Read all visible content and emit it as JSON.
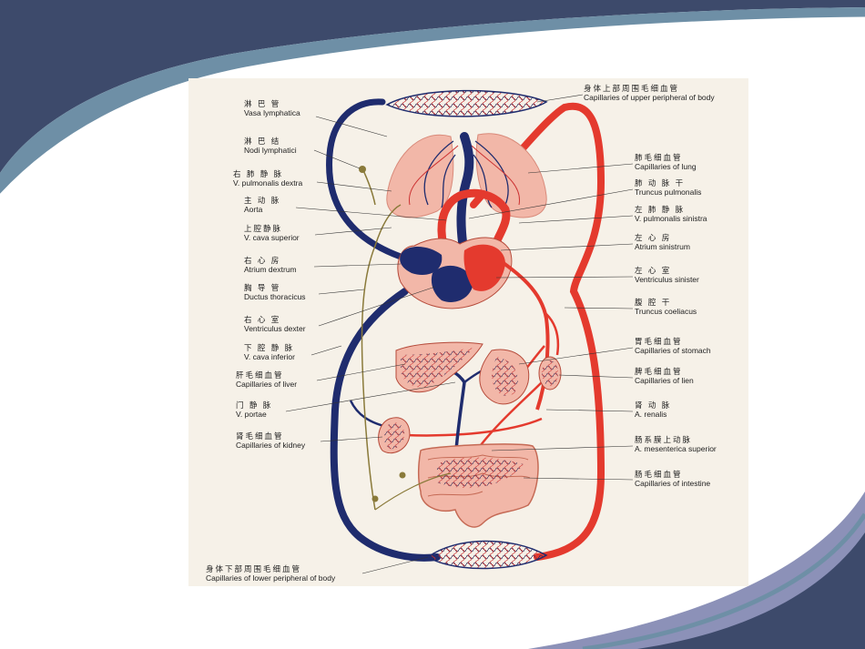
{
  "slide": {
    "colors": {
      "band_dark": "#3d4a6b",
      "band_light": "#6e8fa6",
      "band_accent": "#8c91b8",
      "panel_bg": "#f6f1e8",
      "artery_red": "#e43a2e",
      "vein_blue": "#1f2c6e",
      "lymph_olive": "#8a7a3a",
      "organ_pink": "#f2b7a8"
    }
  },
  "diagram": {
    "labels_left": [
      {
        "zh": "淋 巴 管",
        "la": "Vasa lymphatica"
      },
      {
        "zh": "淋 巴 结",
        "la": "Nodi lymphatici"
      },
      {
        "zh": "右 肺 静 脉",
        "la": "V. pulmonalis dextra"
      },
      {
        "zh": "主 动 脉",
        "la": "Aorta"
      },
      {
        "zh": "上腔静脉",
        "la": "V. cava superior"
      },
      {
        "zh": "右 心 房",
        "la": "Atrium dextrum"
      },
      {
        "zh": "胸 导 管",
        "la": "Ductus thoracicus"
      },
      {
        "zh": "右 心 室",
        "la": "Ventriculus dexter"
      },
      {
        "zh": "下 腔 静 脉",
        "la": "V. cava inferior"
      },
      {
        "zh": "肝毛细血管",
        "la": "Capillaries of liver"
      },
      {
        "zh": "门 静 脉",
        "la": "V. portae"
      },
      {
        "zh": "肾毛细血管",
        "la": "Capillaries of kidney"
      }
    ],
    "labels_right": [
      {
        "zh": "身体上部周围毛细血管",
        "la": "Capillaries of upper peripheral of body"
      },
      {
        "zh": "肺毛细血管",
        "la": "Capillaries of lung"
      },
      {
        "zh": "肺 动 脉 干",
        "la": "Truncus pulmonalis"
      },
      {
        "zh": "左 肺 静 脉",
        "la": "V. pulmonalis sinistra"
      },
      {
        "zh": "左 心 房",
        "la": "Atrium sinistrum"
      },
      {
        "zh": "左 心 室",
        "la": "Ventriculus sinister"
      },
      {
        "zh": "腹 腔 干",
        "la": "Truncus coeliacus"
      },
      {
        "zh": "胃毛细血管",
        "la": "Capillaries of stomach"
      },
      {
        "zh": "脾毛细血管",
        "la": "Capillaries of lien"
      },
      {
        "zh": "肾 动 脉",
        "la": "A. renalis"
      },
      {
        "zh": "肠系膜上动脉",
        "la": "A. mesenterica superior"
      },
      {
        "zh": "肠毛细血管",
        "la": "Capillaries of intestine"
      }
    ],
    "label_bottom": {
      "zh": "身体下部周围毛细血管",
      "la": "Capillaries of lower peripheral of body"
    }
  }
}
